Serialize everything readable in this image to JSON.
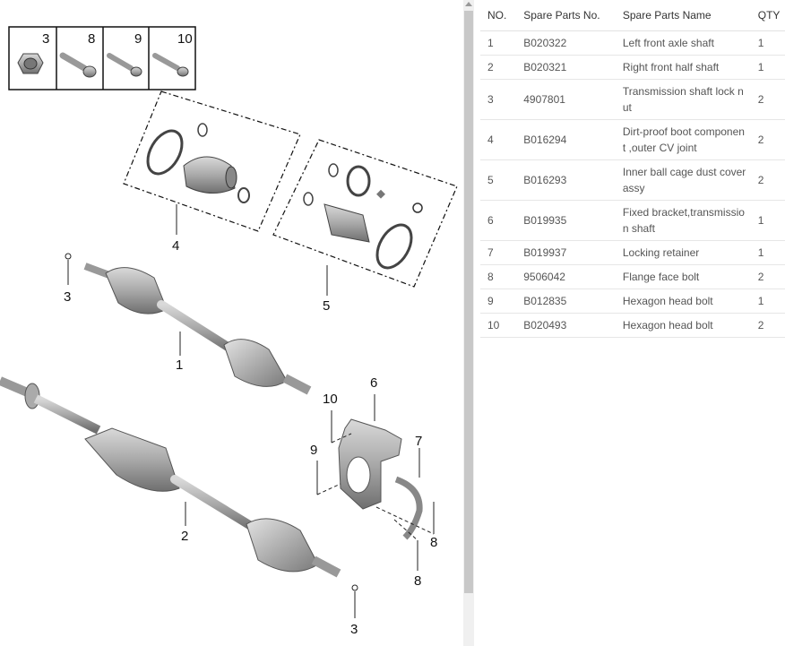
{
  "diagram": {
    "hardware_labels": [
      "3",
      "8",
      "9",
      "10"
    ],
    "callouts": {
      "c1": "1",
      "c2": "2",
      "c3a": "3",
      "c3b": "3",
      "c4": "4",
      "c5": "5",
      "c6": "6",
      "c7": "7",
      "c8a": "8",
      "c8b": "8",
      "c9": "9",
      "c10": "10"
    }
  },
  "table": {
    "headers": {
      "no": "NO.",
      "part_no": "Spare Parts No.",
      "name": "Spare Parts Name",
      "qty": "QTY"
    },
    "rows": [
      {
        "no": "1",
        "part_no": "B020322",
        "name": "Left front axle shaft",
        "qty": "1"
      },
      {
        "no": "2",
        "part_no": "B020321",
        "name": "Right front half shaft",
        "qty": "1"
      },
      {
        "no": "3",
        "part_no": "4907801",
        "name": "Transmission shaft lock nut",
        "qty": "2"
      },
      {
        "no": "4",
        "part_no": "B016294",
        "name": "Dirt-proof boot component ,outer CV joint",
        "qty": "2"
      },
      {
        "no": "5",
        "part_no": "B016293",
        "name": "Inner ball cage dust cover assy",
        "qty": "2"
      },
      {
        "no": "6",
        "part_no": "B019935",
        "name": "Fixed bracket,transmission shaft",
        "qty": "1"
      },
      {
        "no": "7",
        "part_no": "B019937",
        "name": "Locking retainer",
        "qty": "1"
      },
      {
        "no": "8",
        "part_no": "9506042",
        "name": "Flange face bolt",
        "qty": "2"
      },
      {
        "no": "9",
        "part_no": "B012835",
        "name": "Hexagon head bolt",
        "qty": "1"
      },
      {
        "no": "10",
        "part_no": "B020493",
        "name": "Hexagon head bolt",
        "qty": "2"
      }
    ]
  }
}
